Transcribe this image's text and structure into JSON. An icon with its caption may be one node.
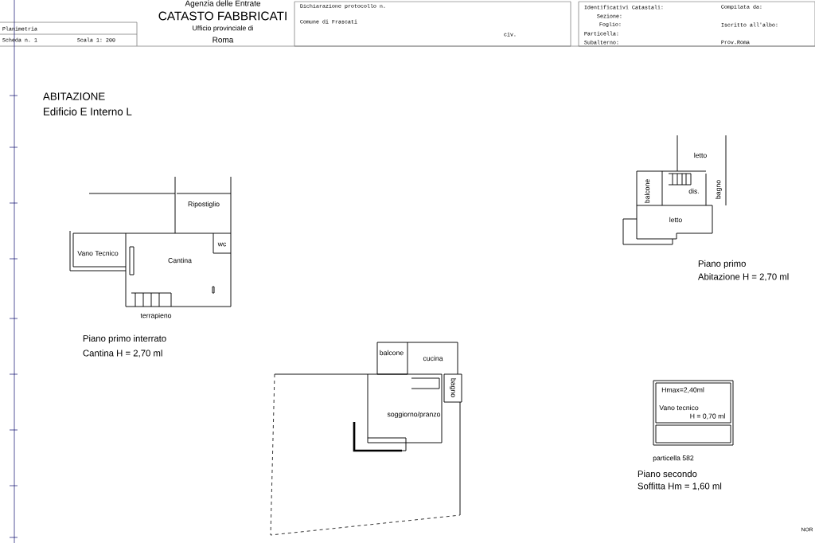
{
  "diagram": {
    "title": "CATASTO FABBRICATI",
    "labels": [
      "Agenzia delle Entrate",
      "Planimetria",
      "Scheda n. 1",
      "Scala 1: 200",
      "Ufficio provinciale di",
      "Roma",
      "Dichiarazione protocollo n.",
      "Comune di Frascati",
      "civ.",
      "Identificativi Catastali:",
      "Sezione:",
      "Foglio:",
      "Particella:",
      "Subalterno:",
      "Compilata da:",
      "Iscritto all'albo:",
      "Prov.Roma",
      "ABITAZIONE",
      "Edificio E Interno L",
      "letto",
      "balcone",
      "dis.",
      "bagno",
      "Ripostiglio",
      "letto",
      "Vano Tecnico",
      "wc",
      "Cantina",
      "Piano primo",
      "Abitazione H = 2,70 ml",
      "terrapieno",
      "Piano primo interrato",
      "Cantina H = 2,70 ml",
      "balcone",
      "cucina",
      "bagno",
      "Hmax=2,40ml",
      "Vano tecnico",
      "soggiorno/pranzo",
      "H = 0,70 ml",
      "particella 582",
      "Piano secondo",
      "Soffitta Hm = 1,60 ml",
      "NOR"
    ]
  }
}
